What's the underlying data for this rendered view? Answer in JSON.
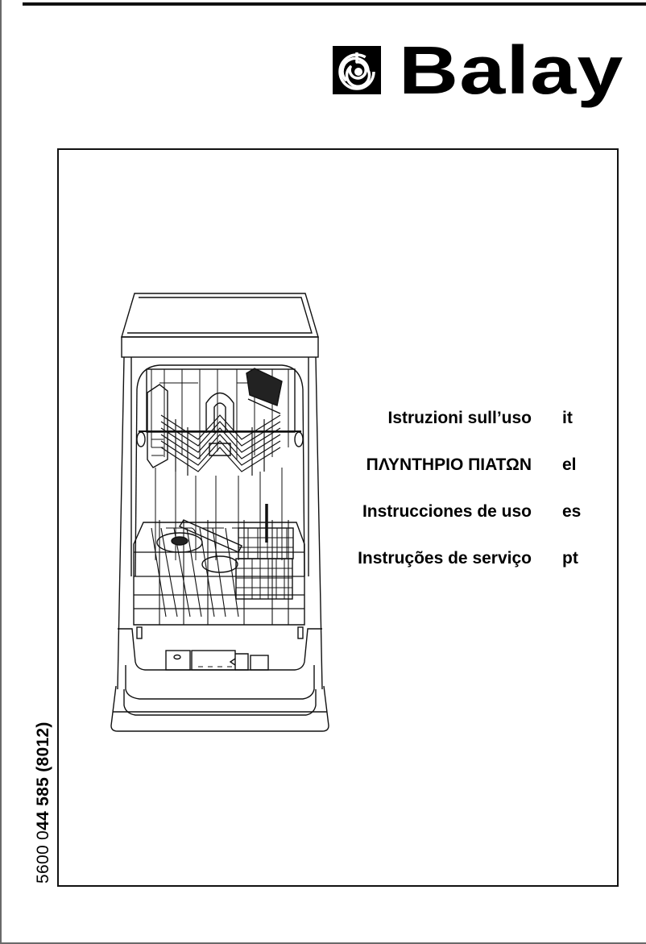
{
  "brand": {
    "name": "Balay",
    "logo_icon": "spiral-hob-logo-icon"
  },
  "illustration": {
    "subject": "dishwasher-open-door-with-racks-icon"
  },
  "languages": [
    {
      "title": "Istruzioni sull’uso",
      "code": "it"
    },
    {
      "title": "ΠΛΥΝΤΗΡΙΟ ΠΙΑΤΩΝ",
      "code": "el"
    },
    {
      "title": "Instrucciones de uso",
      "code": "es"
    },
    {
      "title": "Instruções de serviço",
      "code": "pt"
    }
  ],
  "document_code": {
    "prefix": "5600 0",
    "number": "44 585 (8012)"
  },
  "colors": {
    "ink": "#000000",
    "paper": "#ffffff",
    "frame": "#6a6a6a"
  }
}
